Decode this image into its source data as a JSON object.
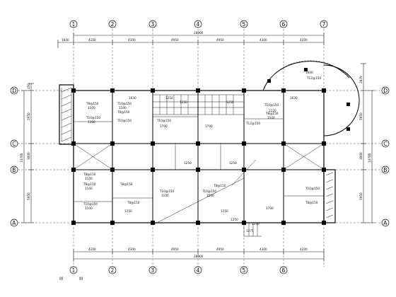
{
  "axes_x": [
    "1",
    "2",
    "3",
    "4",
    "5",
    "6",
    "7"
  ],
  "axes_y": [
    "A",
    "B",
    "C",
    "D"
  ],
  "dims_top": [
    "1600",
    "4200",
    "4300",
    "4950",
    "4950",
    "4300",
    "4200"
  ],
  "dims_bottom": [
    "4200",
    "4300",
    "4950",
    "4950",
    "4300",
    "4200"
  ],
  "overall_width": "28900",
  "dims_left": [
    "250",
    "5950",
    "3000",
    "5950"
  ],
  "dims_left_total": "14700",
  "dims_right": [
    "2879",
    "5950",
    "3000",
    "5950"
  ],
  "dims_right_total": "14700",
  "corner_marks": [
    "III",
    "III"
  ],
  "slab_labels": [
    "T8@150",
    "1100",
    "T10@150",
    "1100",
    "T8@150",
    "T10@150",
    "T8@150",
    "1100",
    "T10@150",
    "1100",
    "1700",
    "1700",
    "T10@150",
    "1250",
    "1250",
    "T12@150",
    "T8@150",
    "1100",
    "T8@150",
    "T10@150",
    "T10@150",
    "1500",
    "1100",
    "1600",
    "T12@150",
    "T10@150",
    "T8@150",
    "1250",
    "T8@150",
    "T8@150",
    "1100",
    "T10@150",
    "T8@150",
    "1250",
    "T10@150",
    "1100"
  ],
  "misc_labels": [
    "1275",
    "1250",
    "1250",
    "2220",
    "1630",
    "1630",
    "1700",
    "1250",
    "1250",
    "1250"
  ]
}
